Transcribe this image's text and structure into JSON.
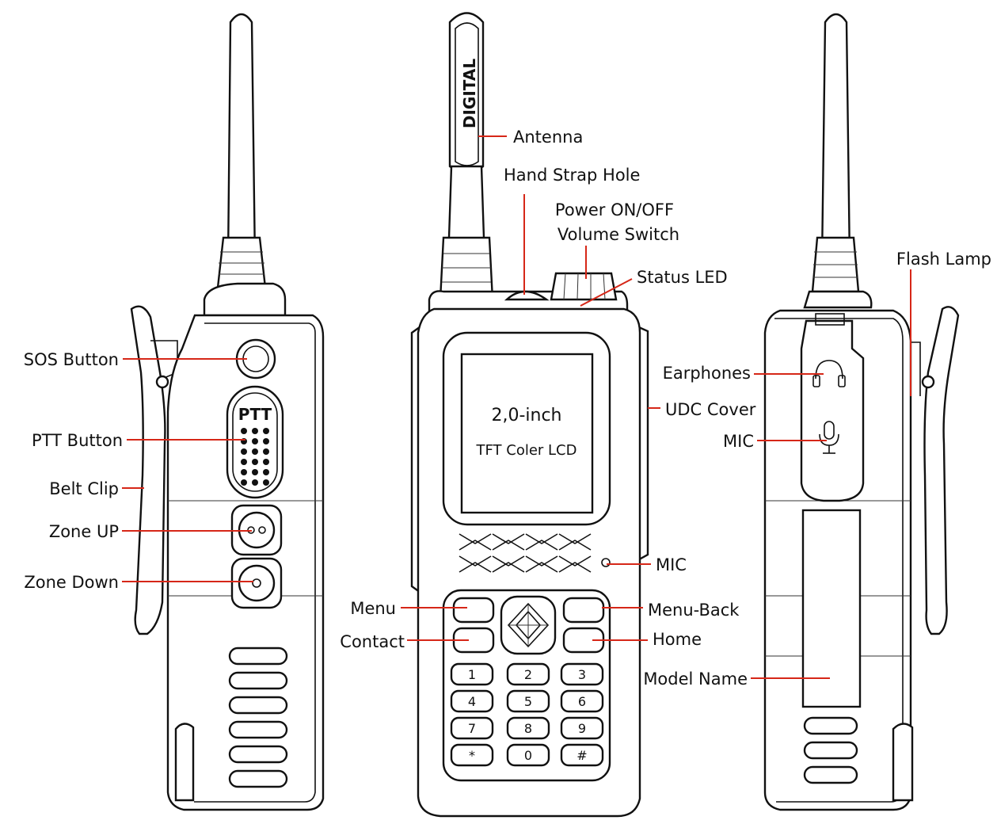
{
  "screen_text": {
    "line1": "2,0-inch",
    "line2": "TFT Coler LCD"
  },
  "antenna_text": "DIGITAL",
  "ptt_text": "PTT",
  "keypad": [
    "1",
    "2",
    "3",
    "4",
    "5",
    "6",
    "7",
    "8",
    "9",
    "*",
    "0",
    "#"
  ],
  "labels": {
    "sos_button": "SOS Button",
    "ptt_button": "PTT Button",
    "belt_clip": "Belt Clip",
    "zone_up": "Zone UP",
    "zone_down": "Zone Down",
    "antenna": "Antenna",
    "hand_strap_hole": "Hand Strap Hole",
    "power_on_off": "Power ON/OFF",
    "volume_switch": "Volume Switch",
    "status_led": "Status LED",
    "earphones": "Earphones",
    "udc_cover": "UDC Cover",
    "mic_side": "MIC",
    "mic_front": "MIC",
    "menu": "Menu",
    "menu_back": "Menu-Back",
    "contact": "Contact",
    "home": "Home",
    "model_name": "Model Name",
    "flash_lamp": "Flash Lamp"
  },
  "colors": {
    "leader_line": "#d62718",
    "outline": "#111111",
    "background": "#ffffff"
  }
}
